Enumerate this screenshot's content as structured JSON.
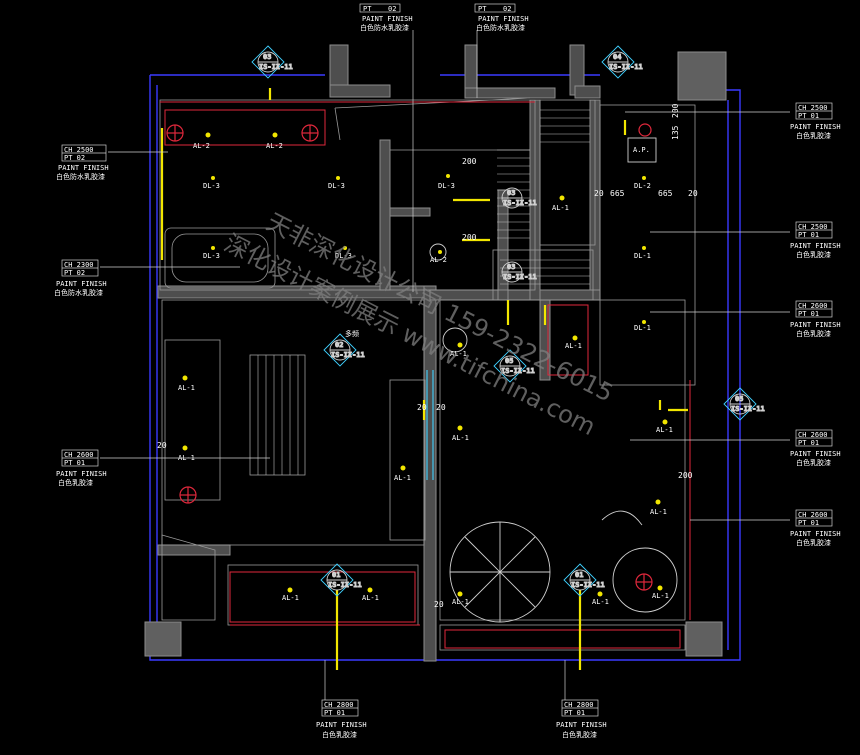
{
  "colors": {
    "background": "#000000",
    "wall": "#6a6a6a",
    "boundary": "#3a3aff",
    "accent_red": "#e0283c",
    "yellow": "#f2e600",
    "white": "#ffffff",
    "cyan": "#3fd0ff",
    "dim_gray": "#8c8c8c"
  },
  "watermark": {
    "line1": "天非深化设计公司 159-2322-6015",
    "line2": "深化设计案例展示 www.tifchina.com"
  },
  "tags": [
    {
      "id": "tag-top-1",
      "ch": "PT",
      "code": "02",
      "finish": "PAINT FINISH",
      "desc": "白色防水乳胶漆"
    },
    {
      "id": "tag-top-2",
      "ch": "PT",
      "code": "02",
      "finish": "PAINT FINISH",
      "desc": "白色防水乳胶漆"
    },
    {
      "id": "tag-left-1",
      "ch": "CH 2500",
      "code": "PT 02",
      "finish": "PAINT FINISH",
      "desc": "白色防水乳胶漆"
    },
    {
      "id": "tag-left-2",
      "ch": "CH 2300",
      "code": "PT 02",
      "finish": "PAINT FINISH",
      "desc": "白色防水乳胶漆"
    },
    {
      "id": "tag-left-3",
      "ch": "CH 2600",
      "code": "PT 01",
      "finish": "PAINT FINISH",
      "desc": "白色乳胶漆"
    },
    {
      "id": "tag-right-1",
      "ch": "CH 2500",
      "code": "PT 01",
      "finish": "PAINT FINISH",
      "desc": "白色乳胶漆"
    },
    {
      "id": "tag-right-2",
      "ch": "CH 2500",
      "code": "PT 01",
      "finish": "PAINT FINISH",
      "desc": "白色乳胶漆"
    },
    {
      "id": "tag-right-3",
      "ch": "CH 2600",
      "code": "PT 01",
      "finish": "PAINT FINISH",
      "desc": "白色乳胶漆"
    },
    {
      "id": "tag-right-4",
      "ch": "CH 2600",
      "code": "PT 01",
      "finish": "PAINT FINISH",
      "desc": "白色乳胶漆"
    },
    {
      "id": "tag-right-5",
      "ch": "CH 2600",
      "code": "PT 01",
      "finish": "PAINT FINISH",
      "desc": "白色乳胶漆"
    },
    {
      "id": "tag-bottom-1",
      "ch": "CH 2800",
      "code": "PT 01",
      "finish": "PAINT FINISH",
      "desc": "白色乳胶漆"
    },
    {
      "id": "tag-bottom-2",
      "ch": "CH 2800",
      "code": "PT 01",
      "finish": "PAINT FINISH",
      "desc": "白色乳胶漆"
    }
  ],
  "symbols": [
    {
      "id": "sym-03-top",
      "num": "03",
      "ref": "IS-II-11"
    },
    {
      "id": "sym-04-top",
      "num": "04",
      "ref": "IS-II-11"
    },
    {
      "id": "sym-03-mid",
      "num": "03",
      "ref": "IS-II-11"
    },
    {
      "id": "sym-03-low",
      "num": "03",
      "ref": "IS-II-11"
    },
    {
      "id": "sym-02",
      "num": "02",
      "ref": "IS-II-11"
    },
    {
      "id": "sym-05-mid",
      "num": "05",
      "ref": "IS-II-11"
    },
    {
      "id": "sym-05-right",
      "num": "05",
      "ref": "IS-II-11"
    },
    {
      "id": "sym-01-left",
      "num": "01",
      "ref": "IS-II-11"
    },
    {
      "id": "sym-01-right",
      "num": "01",
      "ref": "IS-II-11"
    }
  ],
  "lights": {
    "al_label": "AL-1",
    "al2_label": "AL-2",
    "dl1_label": "DL-1",
    "dl2_label": "DL-2",
    "dl3_label": "DL-3",
    "ap_label": "A.P."
  },
  "dims": {
    "d200": "200",
    "d20": "20",
    "d665": "665",
    "d135": "135"
  },
  "notes": {
    "duopin": "多频"
  }
}
